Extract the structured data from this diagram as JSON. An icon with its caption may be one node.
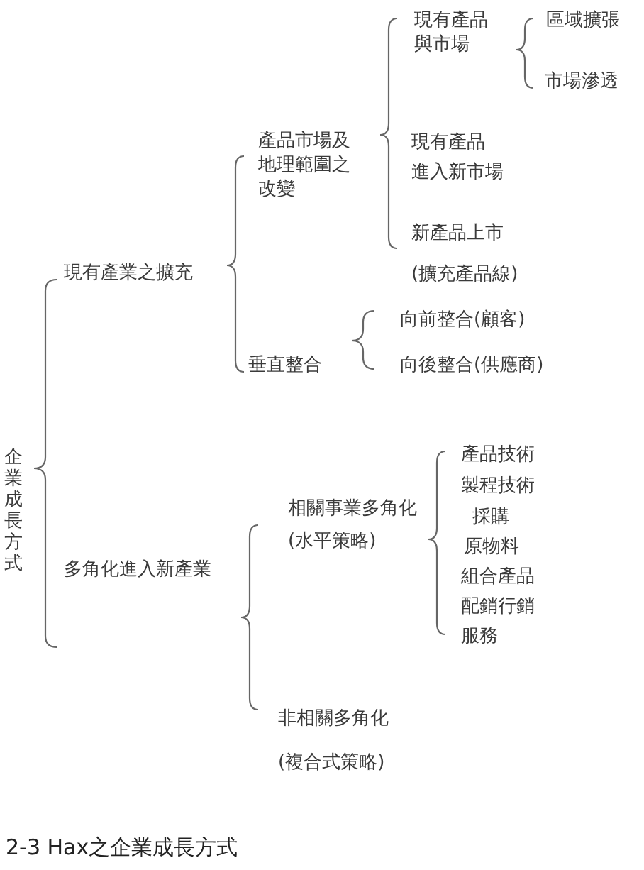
{
  "diagram": {
    "caption": "2-3 Hax之企業成長方式",
    "nodes": [
      {
        "text": [
          "企業成長方式"
        ]
      },
      {
        "text": [
          "現有產業之擴充"
        ]
      },
      {
        "text": [
          "產品市場及地理範圍之改變"
        ]
      },
      {
        "text": [
          "現有產品與市場"
        ]
      },
      {
        "text": [
          "區域擴張"
        ]
      },
      {
        "text": [
          "市場滲透"
        ]
      },
      {
        "text": [
          "現有產品",
          "進入新市場"
        ]
      },
      {
        "text": [
          "新產品上市",
          "(擴充產品線)"
        ]
      },
      {
        "text": [
          "垂直整合"
        ]
      },
      {
        "text": [
          "向前整合(顧客)"
        ]
      },
      {
        "text": [
          "向後整合(供應商)"
        ]
      },
      {
        "text": [
          "多角化進入新產業"
        ]
      },
      {
        "text": [
          "相關事業多角化",
          "(水平策略)"
        ]
      },
      {
        "text": [
          "產品技術"
        ]
      },
      {
        "text": [
          "製程技術"
        ]
      },
      {
        "text": [
          "採購"
        ]
      },
      {
        "text": [
          "原物料"
        ]
      },
      {
        "text": [
          "組合產品"
        ]
      },
      {
        "text": [
          "配銷行銷"
        ]
      },
      {
        "text": [
          "服務"
        ]
      },
      {
        "text": [
          "非相關多角化",
          "(複合式策略)"
        ]
      }
    ]
  }
}
